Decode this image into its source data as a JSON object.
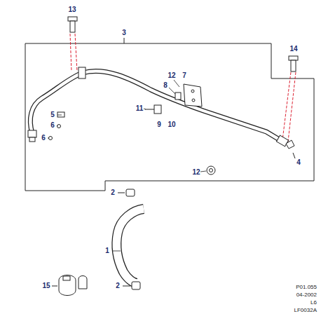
{
  "diagram": {
    "labels": [
      "13",
      "3",
      "14",
      "12",
      "7",
      "8",
      "11",
      "9",
      "10",
      "5",
      "6",
      "6",
      "12",
      "4",
      "2",
      "15",
      "1",
      "2",
      "P01.055",
      "04-2002",
      "L6",
      "LF0032A"
    ]
  }
}
